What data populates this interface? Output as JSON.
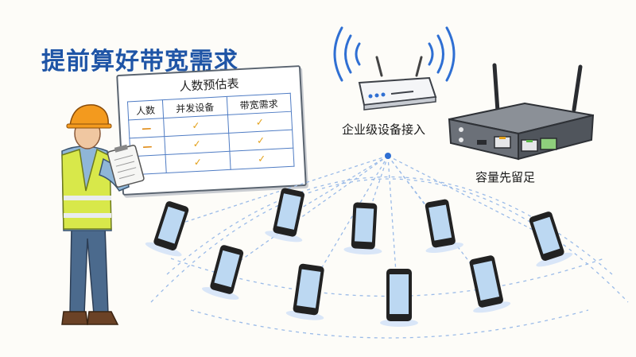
{
  "title": "提前算好带宽需求",
  "board": {
    "title": "人数预估表",
    "headers": [
      "人数",
      "并发设备",
      "带宽需求"
    ],
    "rows": [
      [
        "—",
        "✓",
        "✓"
      ],
      [
        "—",
        "✓",
        "✓"
      ],
      [
        "",
        "✓",
        "✓"
      ]
    ]
  },
  "access_point": {
    "label": "企业级设备接入"
  },
  "router": {
    "label": "容量先留足"
  },
  "colors": {
    "title_blue": "#1f55a6",
    "table_line": "#4f7cc4",
    "check_orange": "#e3a11b",
    "wifi_blue": "#2f6fd3",
    "vest_yellow": "#d8e84a",
    "helmet_orange": "#f39a1e"
  },
  "icons": [
    "wifi-signal-icon",
    "access-point-icon",
    "router-icon",
    "smartphone-icon",
    "worker-icon",
    "clipboard-icon"
  ]
}
